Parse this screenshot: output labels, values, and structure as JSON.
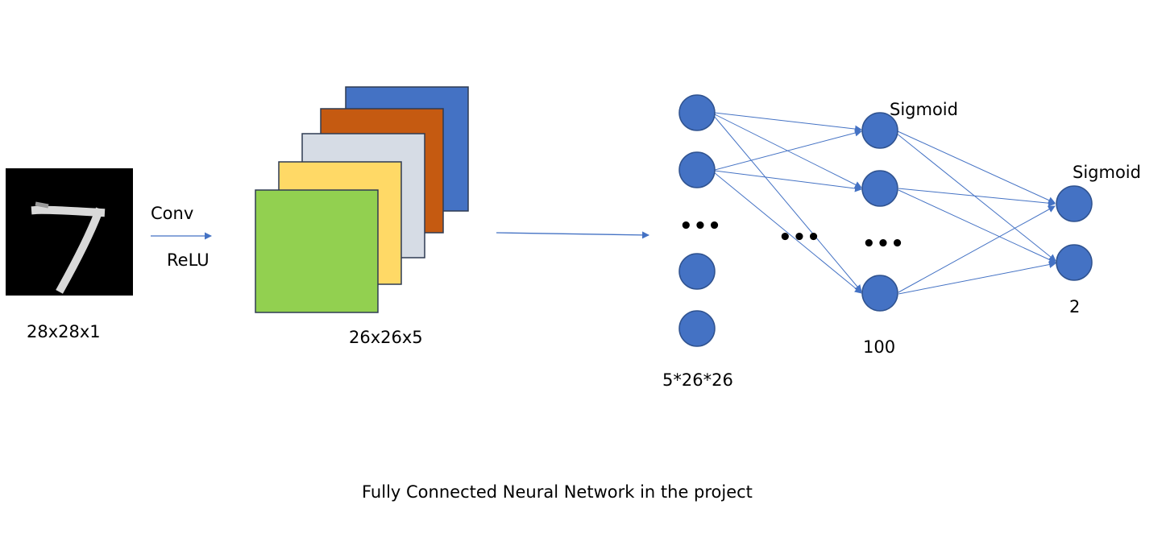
{
  "input": {
    "dims_label": "28x28x1"
  },
  "conv": {
    "op_label": "Conv",
    "activation_label": "ReLU",
    "output_dims_label": "26x26x5"
  },
  "layers": {
    "input_label": "5*26*26",
    "hidden_label": "100",
    "hidden_activation": "Sigmoid",
    "output_label": "2",
    "output_activation": "Sigmoid",
    "ellipsis": "•••"
  },
  "caption": "Fully Connected Neural Network in the project",
  "colors": {
    "node_fill": "#4472C4",
    "node_stroke": "#2F528F",
    "edge": "#4472C4",
    "map_blue": "#4472C4",
    "map_orange": "#C55A11",
    "map_gray": "#D6DCE5",
    "map_yellow": "#FFD966",
    "map_green": "#92D050"
  }
}
